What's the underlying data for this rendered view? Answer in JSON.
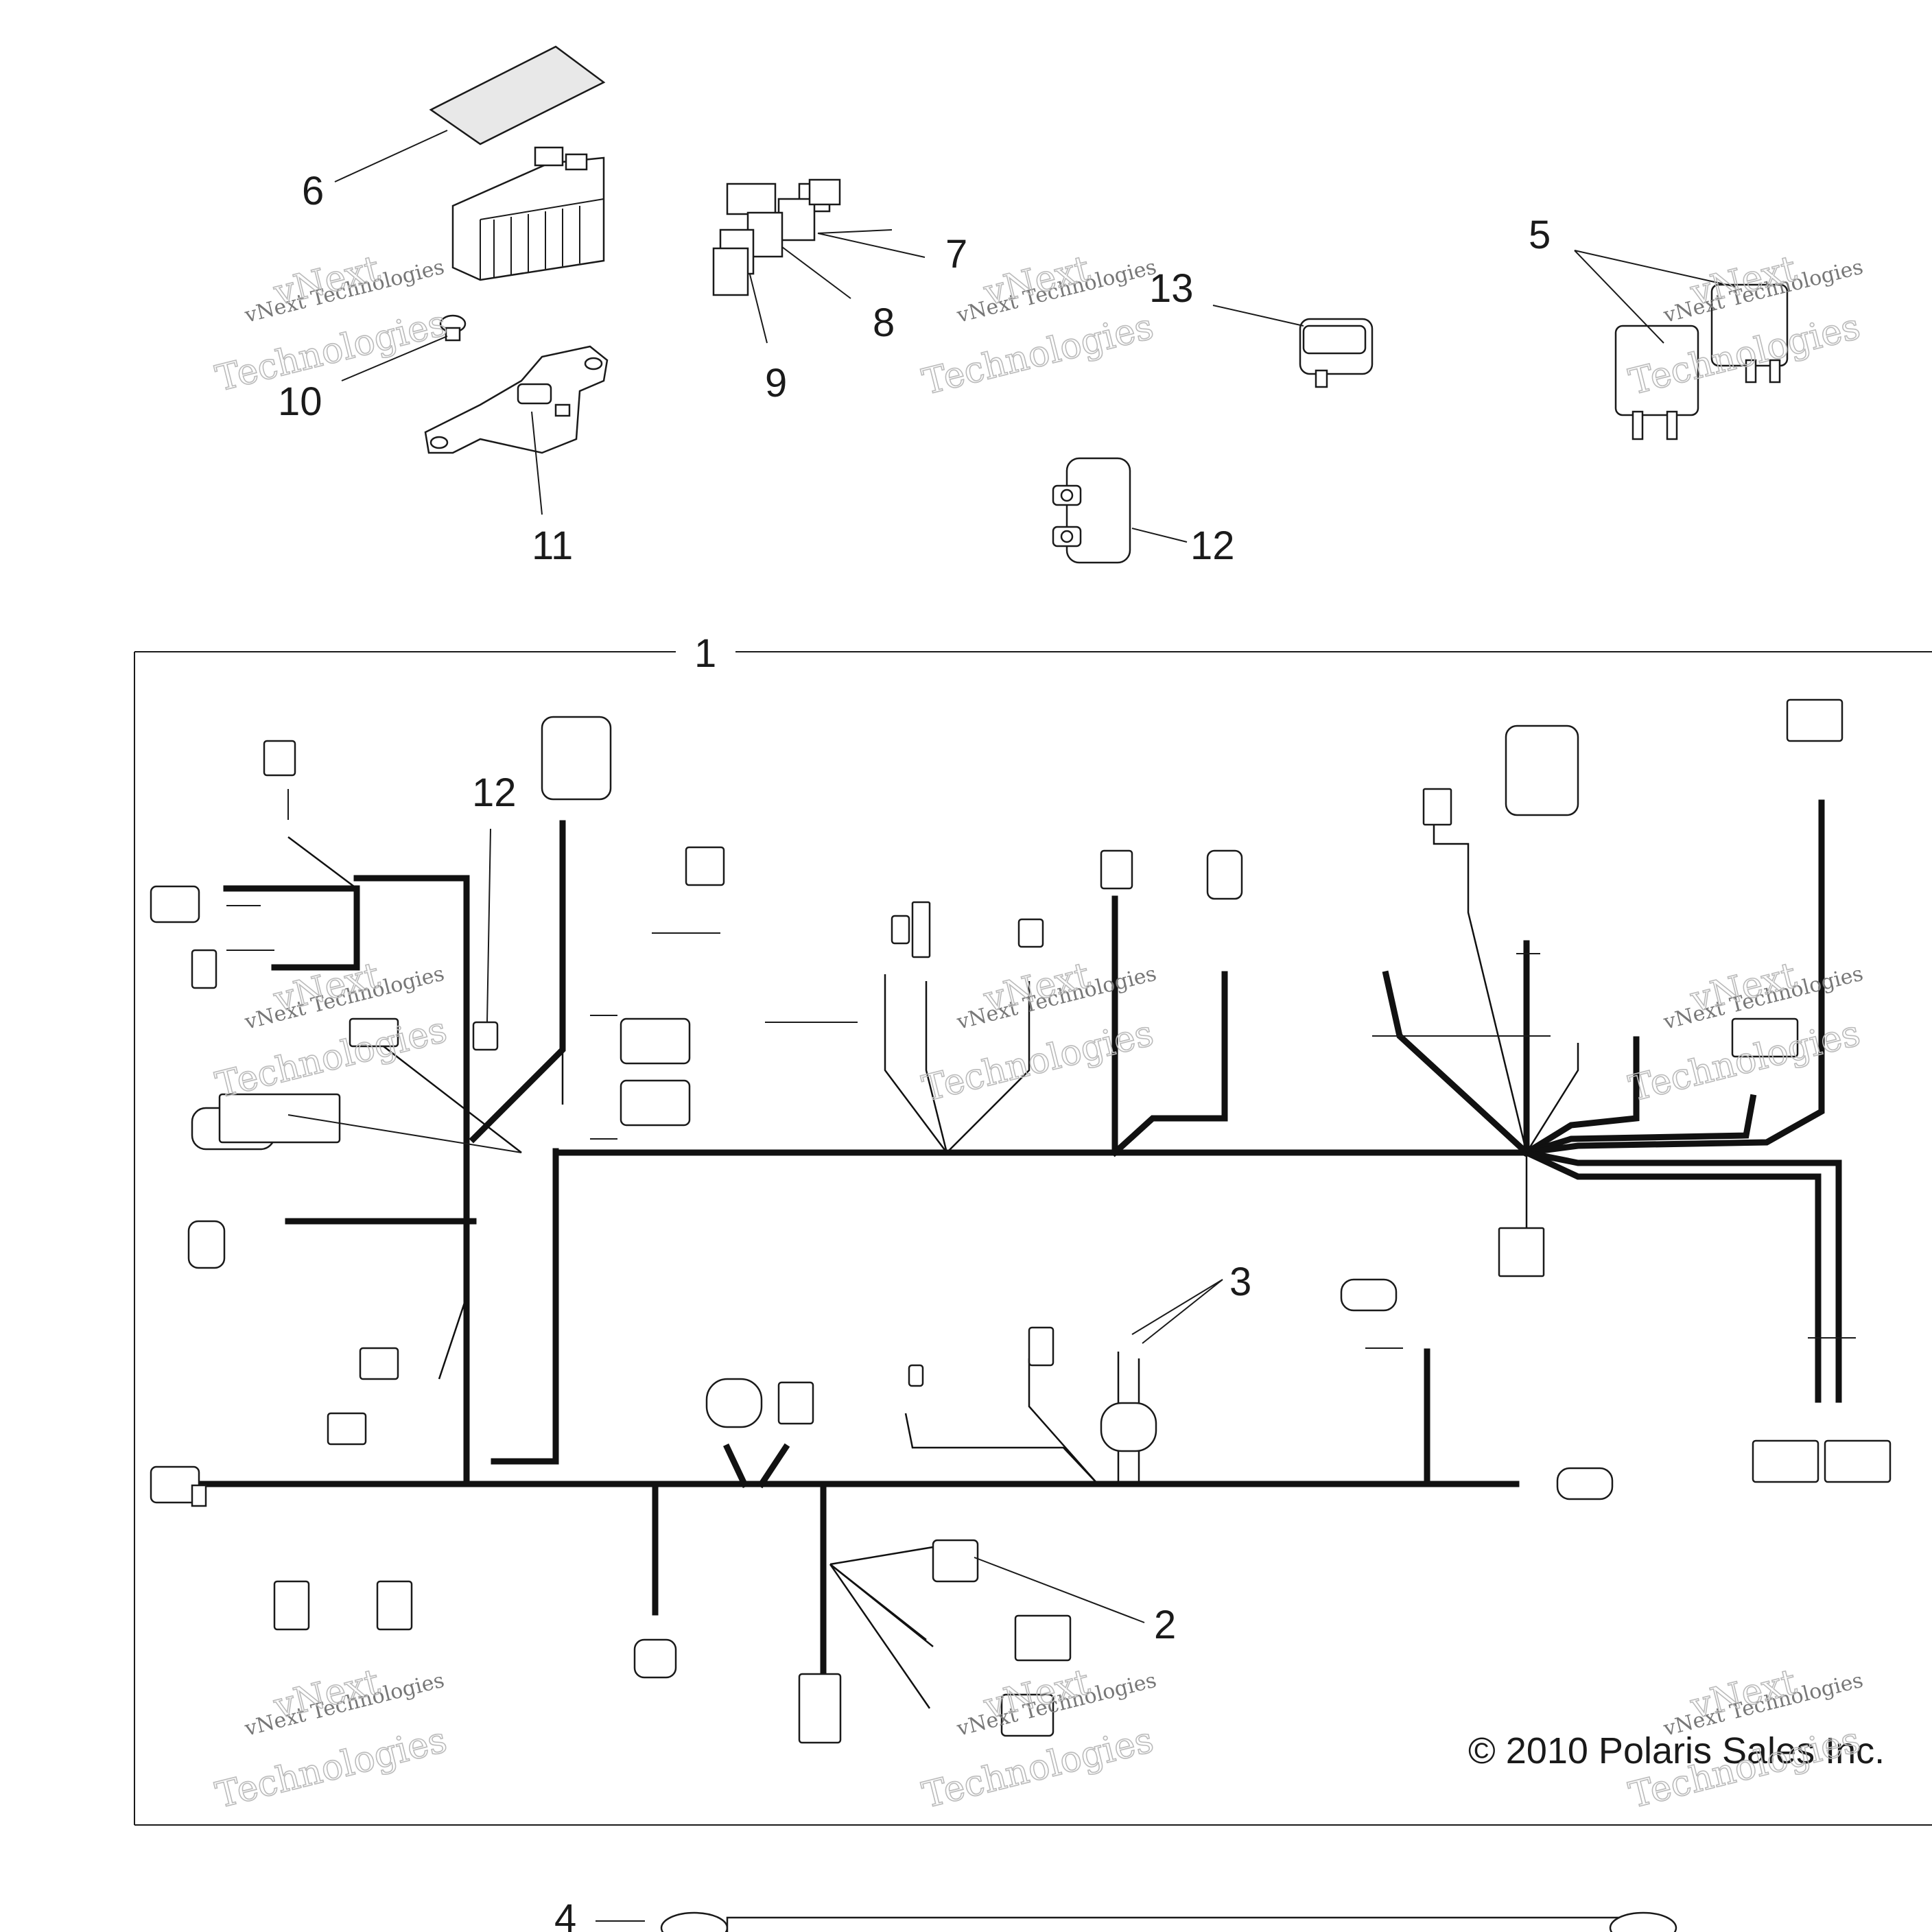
{
  "callouts": {
    "c1": "1",
    "c2": "2",
    "c3": "3",
    "c4": "4",
    "c5": "5",
    "c6": "6",
    "c7": "7",
    "c8": "8",
    "c9": "9",
    "c10": "10",
    "c11": "11",
    "c12": "12",
    "c12b": "12",
    "c13": "13"
  },
  "copyright": "© 2010 Polaris Sales Inc.",
  "watermark": {
    "line1": "vNext Technologies",
    "line2": "vNext",
    "line3": "Technologies"
  }
}
